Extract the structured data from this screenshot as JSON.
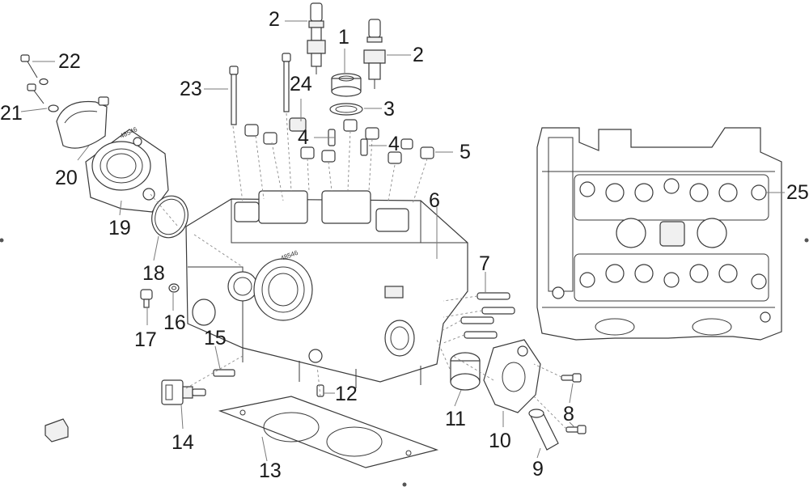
{
  "callouts": {
    "c1": "1",
    "c2a": "2",
    "c2b": "2",
    "c3": "3",
    "c4a": "4",
    "c4b": "4",
    "c5": "5",
    "c6": "6",
    "c7": "7",
    "c8": "8",
    "c9": "9",
    "c10": "10",
    "c11": "11",
    "c12": "12",
    "c13": "13",
    "c14": "14",
    "c15": "15",
    "c16": "16",
    "c17": "17",
    "c18": "18",
    "c19": "19",
    "c20": "20",
    "c21": "21",
    "c22": "22",
    "c23": "23",
    "c24": "24",
    "c25": "25"
  },
  "stamped_text": "48546",
  "colors": {
    "line": "#3a3a3a",
    "leader": "#7a7a7a",
    "label": "#1a1a1a"
  }
}
